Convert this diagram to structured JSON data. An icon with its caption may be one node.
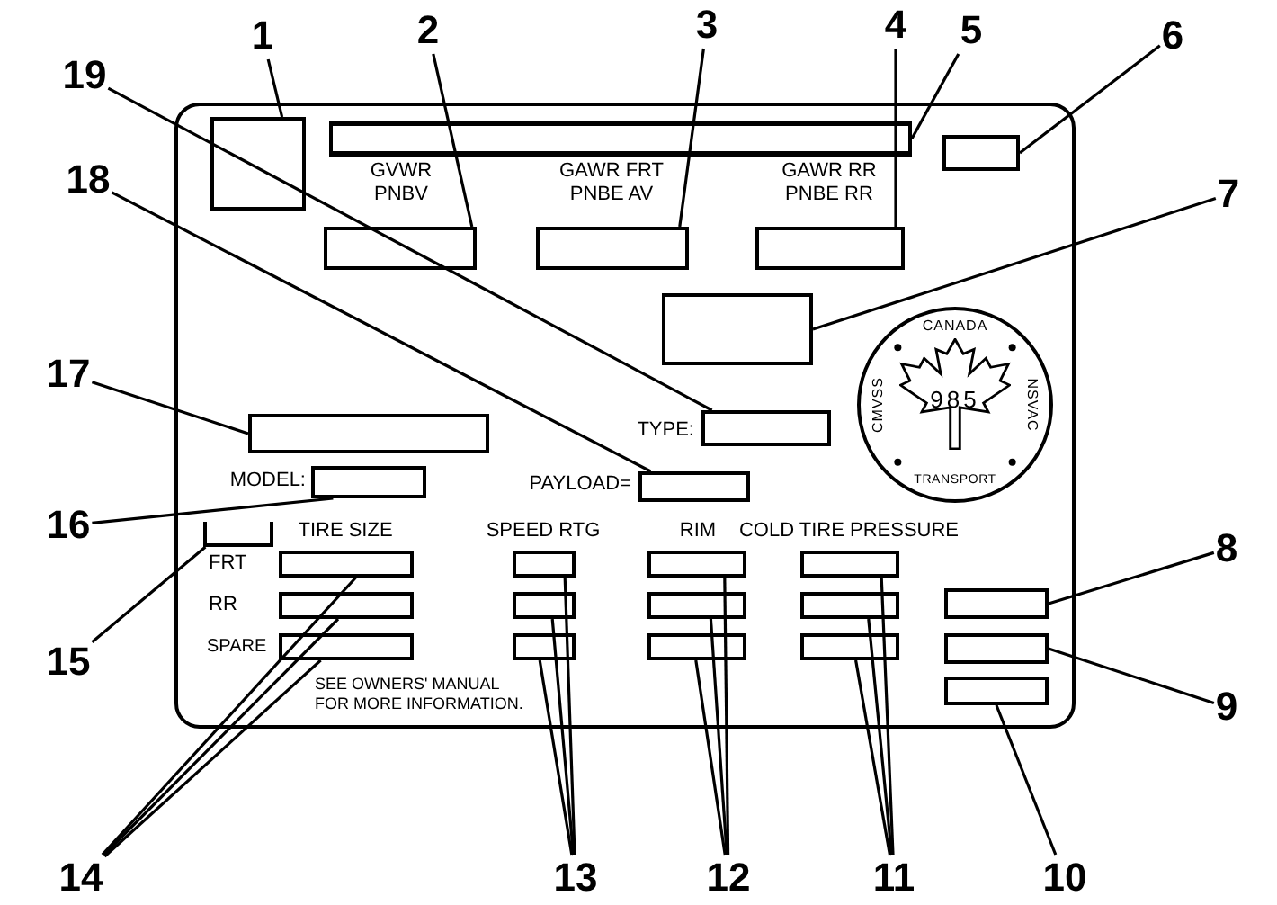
{
  "diagram": {
    "nodes": [
      {
        "text": [
          "19"
        ]
      },
      {
        "text": [
          "1"
        ]
      },
      {
        "text": [
          "2"
        ]
      },
      {
        "text": [
          "3"
        ]
      },
      {
        "text": [
          "4"
        ]
      },
      {
        "text": [
          "5"
        ]
      },
      {
        "text": [
          "6"
        ]
      },
      {
        "text": [
          "GVWR PNBV",
          "GAWR FRT PNBE AV",
          "GAWR RR PNBE RR",
          "TYPE:",
          "MODEL:",
          "PAYLOAD=",
          "TIRE SIZE",
          "SPEED RTG",
          "RIM",
          "COLD TIRE PRESSURE",
          "FRT",
          "RR",
          "SPARE",
          "SEE OWNERS' MANUAL FOR MORE INFORMATION."
        ]
      },
      {
        "text": [],
        "shape": "box",
        "in": 7
      },
      {
        "text": [],
        "shape": "bar",
        "in": 7
      },
      {
        "text": [],
        "shape": "box",
        "in": 7
      },
      {
        "text": [],
        "shape": "box",
        "in": 7
      },
      {
        "text": [],
        "shape": "box",
        "in": 7
      },
      {
        "text": [],
        "shape": "box",
        "in": 7
      },
      {
        "text": [],
        "shape": "box",
        "in": 7
      },
      {
        "text": [
          "CANADA",
          "CMVSS",
          "985",
          "NSVAC",
          "TRANSPORT"
        ],
        "in": 7
      },
      {
        "text": [],
        "shape": "box",
        "in": 7
      },
      {
        "text": [],
        "shape": "box",
        "in": 7
      },
      {
        "text": [],
        "shape": "box",
        "in": 7
      },
      {
        "text": [],
        "shape": "box",
        "in": 7
      },
      {
        "text": [],
        "shape": "box",
        "in": 7
      },
      {
        "text": [],
        "shape": "box",
        "in": 7
      },
      {
        "text": [],
        "shape": "box",
        "in": 7
      },
      {
        "text": [],
        "shape": "box",
        "in": 7
      },
      {
        "text": [],
        "shape": "box",
        "in": 7
      },
      {
        "text": [],
        "shape": "box",
        "in": 7
      },
      {
        "text": [],
        "shape": "box",
        "in": 7
      },
      {
        "text": [],
        "shape": "box",
        "in": 7
      },
      {
        "text": [],
        "shape": "box",
        "in": 7
      },
      {
        "text": [],
        "shape": "box",
        "in": 7
      },
      {
        "text": [],
        "shape": "box",
        "in": 7
      },
      {
        "text": [],
        "shape": "box",
        "in": 7
      },
      {
        "text": [],
        "shape": "box",
        "in": 7
      },
      {
        "text": [],
        "shape": "box",
        "in": 7
      },
      {
        "text": [],
        "shape": "box",
        "in": 7
      },
      {
        "text": [],
        "shape": "box",
        "in": 7
      },
      {
        "text": [
          "18"
        ]
      },
      {
        "text": [
          "7"
        ]
      },
      {
        "text": [
          "17"
        ]
      },
      {
        "text": [
          "16"
        ]
      },
      {
        "text": [
          "8"
        ]
      },
      {
        "text": [
          "15"
        ]
      },
      {
        "text": [
          "9"
        ]
      },
      {
        "text": [
          "14"
        ]
      },
      {
        "text": [
          "13"
        ]
      },
      {
        "text": [
          "12"
        ]
      },
      {
        "text": [
          "11"
        ]
      },
      {
        "text": [
          "10"
        ]
      }
    ],
    "edges": [
      {
        "from": 0,
        "to": 17,
        "arrow": "none"
      },
      {
        "from": 1,
        "to": 8,
        "arrow": "none"
      },
      {
        "from": 2,
        "to": 11,
        "arrow": "none"
      },
      {
        "from": 3,
        "to": 12,
        "arrow": "none"
      },
      {
        "from": 4,
        "to": 13,
        "arrow": "none"
      },
      {
        "from": 5,
        "to": 9,
        "arrow": "none"
      },
      {
        "from": 6,
        "to": 10,
        "arrow": "none"
      },
      {
        "from": 36,
        "to": 19,
        "arrow": "none"
      },
      {
        "from": 37,
        "to": 14,
        "arrow": "none"
      },
      {
        "from": 38,
        "to": 16,
        "arrow": "none"
      },
      {
        "from": 39,
        "to": 18,
        "arrow": "none"
      },
      {
        "from": 40,
        "to": 29,
        "arrow": "none"
      },
      {
        "from": 41,
        "to": 20,
        "arrow": "none"
      },
      {
        "from": 42,
        "to": 34,
        "arrow": "none"
      },
      {
        "from": 43,
        "to": 21,
        "arrow": "none"
      },
      {
        "from": 43,
        "to": 25,
        "arrow": "none"
      },
      {
        "from": 43,
        "to": 30,
        "arrow": "none"
      },
      {
        "from": 44,
        "to": 22,
        "arrow": "none"
      },
      {
        "from": 44,
        "to": 26,
        "arrow": "none"
      },
      {
        "from": 44,
        "to": 31,
        "arrow": "none"
      },
      {
        "from": 45,
        "to": 23,
        "arrow": "none"
      },
      {
        "from": 45,
        "to": 27,
        "arrow": "none"
      },
      {
        "from": 45,
        "to": 32,
        "arrow": "none"
      },
      {
        "from": 46,
        "to": 24,
        "arrow": "none"
      },
      {
        "from": 46,
        "to": 28,
        "arrow": "none"
      },
      {
        "from": 46,
        "to": 33,
        "arrow": "none"
      },
      {
        "from": 47,
        "to": 35,
        "arrow": "none"
      }
    ]
  }
}
